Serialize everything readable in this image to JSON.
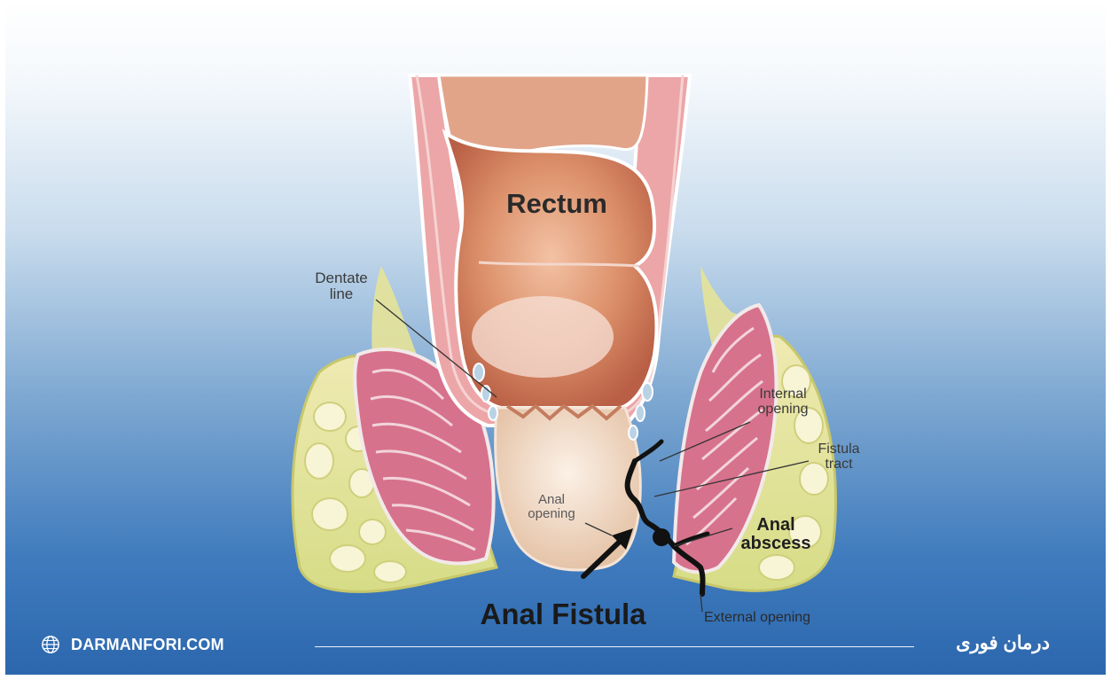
{
  "labels": {
    "rectum": "Rectum",
    "dentate_line": "Dentate line",
    "internal_opening": "Internal opening",
    "fistula_tract": "Fistula tract",
    "anal_opening": "Anal opening",
    "anal_abscess": "Anal abscess",
    "external_opening": "External opening"
  },
  "title": "Anal Fistula",
  "footer": {
    "website": "DARMANFORI.COM",
    "website_icon": "globe-icon",
    "brand": "درمان فوری"
  },
  "colors": {
    "background_top": "#ffffff",
    "background_bottom": "#2b66ad",
    "rectum_lumen": "#d88a63",
    "rectal_wall": "#e8a2a5",
    "muscle": "#c9617d",
    "fat": "#e3e08b",
    "fistula_tract": "#111111",
    "footer_text": "#ffffff"
  }
}
